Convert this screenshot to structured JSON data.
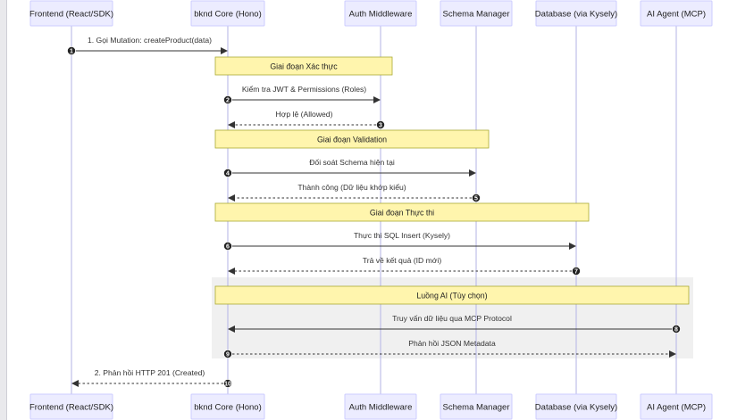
{
  "actors": [
    {
      "id": "frontend",
      "label": "Frontend (React/SDK)"
    },
    {
      "id": "core",
      "label": "bknd Core (Hono)"
    },
    {
      "id": "auth",
      "label": "Auth Middleware"
    },
    {
      "id": "schema",
      "label": "Schema Manager"
    },
    {
      "id": "db",
      "label": "Database (via Kysely)"
    },
    {
      "id": "ai",
      "label": "AI Agent (MCP)"
    }
  ],
  "groups": [
    {
      "id": "ai-flow",
      "from": "core",
      "to": "ai",
      "first_step": 8,
      "last_step": 9
    }
  ],
  "notes": [
    {
      "id": "auth-phase",
      "label": "Giai đoạn Xác thực",
      "from": "core",
      "to": "auth",
      "before_step": 2
    },
    {
      "id": "validation-phase",
      "label": "Giai đoạn Validation",
      "from": "core",
      "to": "schema",
      "before_step": 4
    },
    {
      "id": "exec-phase",
      "label": "Giai đoạn Thực thi",
      "from": "core",
      "to": "db",
      "before_step": 6
    },
    {
      "id": "ai-phase",
      "label": "Luồng AI (Tùy chọn)",
      "from": "core",
      "to": "ai",
      "before_step": 8
    }
  ],
  "messages": [
    {
      "num": "1",
      "label": "1. Gọi Mutation: createProduct(data)",
      "from": "frontend",
      "to": "core",
      "dashed": false
    },
    {
      "num": "2",
      "label": "Kiểm tra JWT & Permissions (Roles)",
      "from": "core",
      "to": "auth",
      "dashed": false
    },
    {
      "num": "3",
      "label": "Hợp lệ (Allowed)",
      "from": "auth",
      "to": "core",
      "dashed": true
    },
    {
      "num": "4",
      "label": "Đối soát Schema hiện tại",
      "from": "core",
      "to": "schema",
      "dashed": false
    },
    {
      "num": "5",
      "label": "Thành công (Dữ liệu khớp kiểu)",
      "from": "schema",
      "to": "core",
      "dashed": true
    },
    {
      "num": "6",
      "label": "Thực thi SQL Insert (Kysely)",
      "from": "core",
      "to": "db",
      "dashed": false
    },
    {
      "num": "7",
      "label": "Trả về kết quả (ID mới)",
      "from": "db",
      "to": "core",
      "dashed": true
    },
    {
      "num": "8",
      "label": "Truy vấn dữ liệu qua MCP Protocol",
      "from": "ai",
      "to": "core",
      "dashed": false
    },
    {
      "num": "9",
      "label": "Phản hồi JSON Metadata",
      "from": "core",
      "to": "ai",
      "dashed": true
    },
    {
      "num": "10",
      "label": "2. Phản hồi HTTP 201 (Created)",
      "from": "core",
      "to": "frontend",
      "dashed": true
    }
  ],
  "colors": {
    "actor_fill": "#ECECFF",
    "actor_stroke": "#CCCCFF",
    "lifeline": "#B3B3E6",
    "note_fill": "#FFF5AD",
    "note_stroke": "#AAAA33",
    "group_fill": "#F0F0F0",
    "arrow": "#333333",
    "num_fill": "#222222"
  }
}
